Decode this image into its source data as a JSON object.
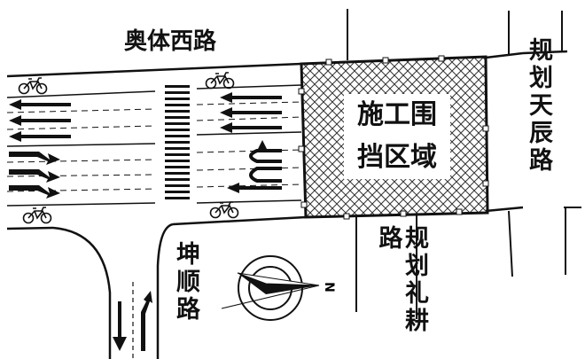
{
  "roads": {
    "aoti_west": "奥体西路",
    "guihua_tianchen": "规划天辰路",
    "kunshun": "坤顺路",
    "guihua_ligeng": "规划礼耕路"
  },
  "construction_zone": {
    "line1": "施工围",
    "line2": "挡区域"
  },
  "compass": {
    "north_label": "N"
  },
  "icons": {
    "bicycle": "bicycle-icon",
    "compass": "compass-icon",
    "arrow_straight": "arrow-straight-icon",
    "arrow_turn": "arrow-turn-icon",
    "arrow_uturn": "arrow-uturn-icon"
  }
}
